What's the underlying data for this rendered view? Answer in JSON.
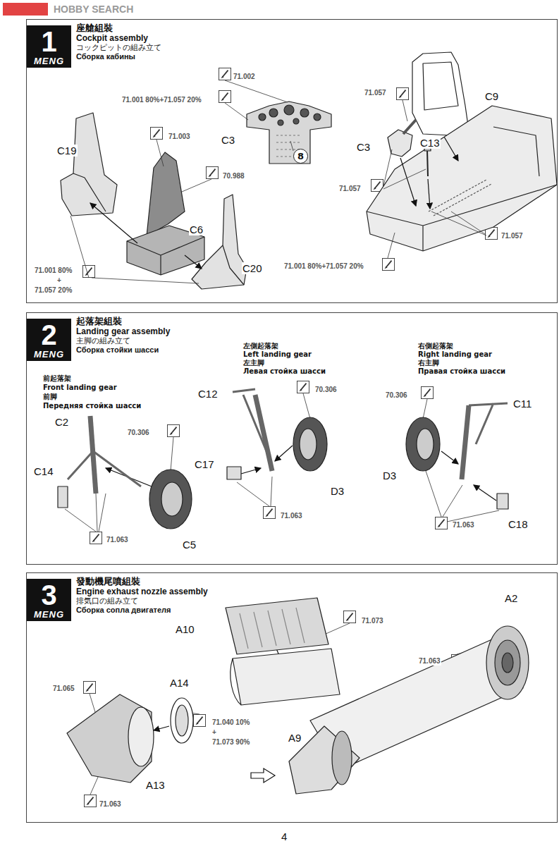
{
  "diagram": {
    "nodes": [
      {
        "text": [
          "座艙組裝",
          "Cockpit assembly",
          "コックピットの組み立て",
          "Сборка кабины"
        ]
      },
      {
        "text": [
          "1",
          "MENG"
        ],
        "in": 0
      },
      {
        "text": [
          "8"
        ],
        "in": 0
      },
      {
        "text": [
          "起落架組裝",
          "Landing gear assembly",
          "主脚の組み立て",
          "Сборка стойки шасси"
        ]
      },
      {
        "text": [
          "2",
          "MENG"
        ],
        "in": 3
      },
      {
        "text": [
          "發動機尾噴組裝",
          "Engine exhaust nozzle assembly",
          "排気口の組み立て",
          "Сборка сопла двигателя"
        ]
      },
      {
        "text": [
          "3",
          "MENG"
        ],
        "in": 5
      }
    ],
    "labels": [
      "HOBBY SEARCH",
      "71.002",
      "71.001 80%+71.057 20%",
      "C3",
      "71.003",
      "70.988",
      "C19",
      "C6",
      "C20",
      "71.001 80%",
      "+",
      "71.057 20%",
      "71.057",
      "C3",
      "C13",
      "C9",
      "71.057",
      "71.057",
      "71.001 80%+71.057 20%",
      "前起落架",
      "Front landing gear",
      "前脚",
      "Передняя стойка шасси",
      "C2",
      "70.306",
      "C14",
      "71.063",
      "C5",
      "左側起落架",
      "Left landing gear",
      "左主脚",
      "Левая стойка шасси",
      "C12",
      "70.306",
      "C17",
      "D3",
      "71.063",
      "右側起落架",
      "Right landing gear",
      "右主脚",
      "Правая стойка шасси",
      "70.306",
      "C11",
      "D3",
      "C18",
      "71.063",
      "71.073",
      "A10",
      "A2",
      "71.063",
      "A9",
      "A14",
      "71.065",
      "71.040 10%",
      "+",
      "71.073 90%",
      "71.063",
      "A13",
      "4"
    ]
  }
}
